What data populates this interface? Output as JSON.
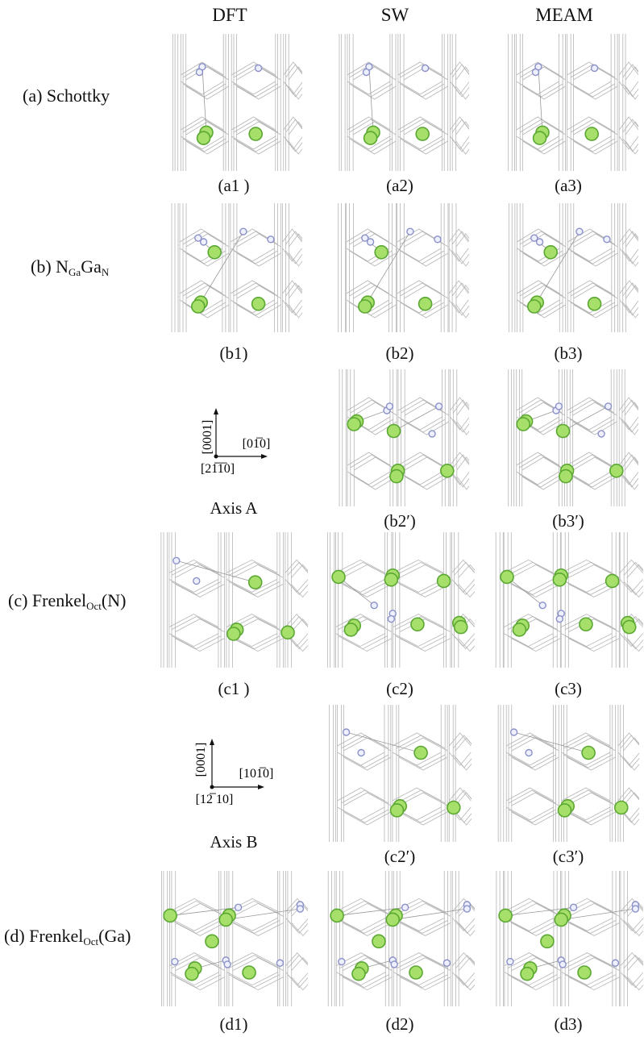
{
  "columns": [
    "DFT",
    "SW",
    "MEAM"
  ],
  "rows": {
    "a": {
      "prefix": "(a) Schottky",
      "sub": "",
      "suffix": ""
    },
    "b": {
      "prefix": "(b) N",
      "sub1": "Ga",
      "mid": "Ga",
      "sub2": "N"
    },
    "c": {
      "prefix": "(c) Frenkel",
      "sub": "Oct",
      "suffix": "(N)"
    },
    "d": {
      "prefix": "(d) Frenkel",
      "sub": "Oct",
      "suffix": "(Ga)"
    }
  },
  "captions": {
    "a1": "(a1 )",
    "a2": "(a2)",
    "a3": "(a3)",
    "b1": "(b1)",
    "b2": "(b2)",
    "b3": "(b3)",
    "b2p": "(b2′)",
    "b3p": "(b3′)",
    "c1": "(c1 )",
    "c2": "(c2)",
    "c3": "(c3)",
    "c2p": "(c2′)",
    "c3p": "(c3′)",
    "d1": "(d1)",
    "d2": "(d2)",
    "d3": "(d3)"
  },
  "axisA": {
    "title": "Axis A",
    "up": "[0001]",
    "right": "[01̅0]",
    "out": "[21̅1̅0]"
  },
  "axisB": {
    "title": "Axis B",
    "up": "[0001]",
    "right": "[101̅0]",
    "out": "[12̅ 10]"
  },
  "colors": {
    "ga_atom": "#a6df6a",
    "ga_edge": "#5aa832",
    "n_atom": "#eef0ff",
    "n_edge": "#8a90c8",
    "bond": "#b5b5b5"
  }
}
